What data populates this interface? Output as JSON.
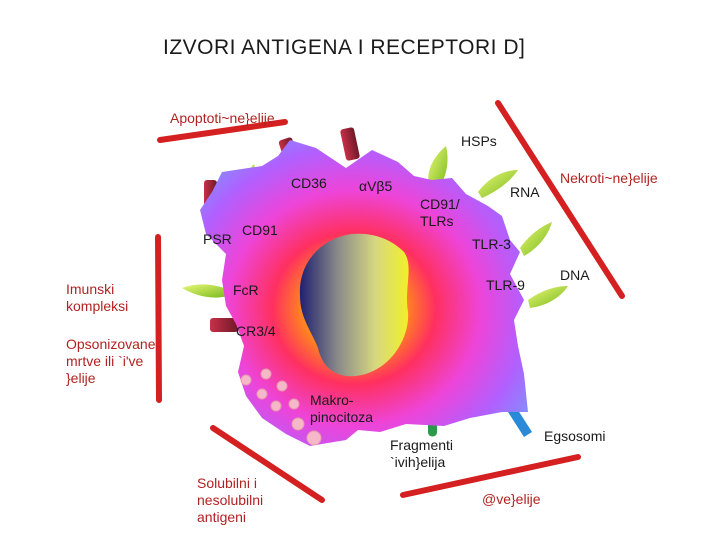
{
  "title": "IZVORI ANTIGENA I RECEPTORI D]",
  "sources": {
    "apoptotic": "Apoptoti~ne}elije",
    "necrotic": "Nekroti~ne}elije",
    "immune_complexes": "Imunski\nkompleksi",
    "opsonized": "Opsonizovane\nmrtve ili `i've\n}elije",
    "soluble": "Solubilni i\nnesolubilni\nantigeni",
    "live_cells": "@ve}elije"
  },
  "receptors": {
    "hsps": "HSPs",
    "cd36": "CD36",
    "avb5": "αVβ5",
    "cd91_tlrs": "CD91/\nTLRs",
    "rna": "RNA",
    "psr": "PSR",
    "cd91": "CD91",
    "tlr3": "TLR-3",
    "fcr": "FcR",
    "tlr9": "TLR-9",
    "dna": "DNA",
    "cr34": "CR3/4",
    "macropinocytosis": "Makro-\npinocitoza",
    "fragments": "Fragmenti\n`ivih}elija",
    "exosomes": "Egsosomi"
  },
  "colors": {
    "label_red": "#b22222",
    "bar_red": "#d42020",
    "cell_violet": "#c050f0",
    "receptor_green": "#a8d628",
    "receptor_maroon": "#a02838",
    "vesicle_pink": "#f5b8c8"
  }
}
